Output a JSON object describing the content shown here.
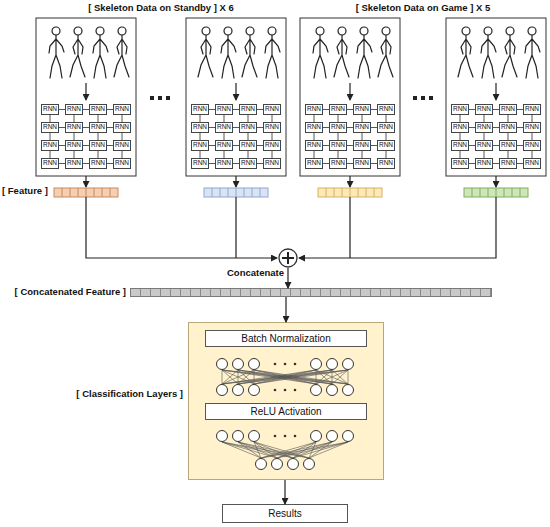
{
  "diagram": {
    "nodes": [
      {
        "text": [
          "RNN"
        ]
      },
      {
        "text": [
          "RNN"
        ]
      },
      {
        "text": [
          "RNN"
        ]
      },
      {
        "text": [
          "RNN"
        ]
      },
      {
        "text": [
          "RNN"
        ]
      },
      {
        "text": [
          "RNN"
        ]
      },
      {
        "text": [
          "RNN"
        ]
      },
      {
        "text": [
          "RNN"
        ]
      },
      {
        "text": [
          "RNN"
        ]
      },
      {
        "text": [
          "RNN"
        ]
      },
      {
        "text": [
          "RNN"
        ]
      },
      {
        "text": [
          "RNN"
        ]
      },
      {
        "text": [
          "RNN"
        ]
      },
      {
        "text": [
          "RNN"
        ]
      },
      {
        "text": [
          "RNN"
        ]
      },
      {
        "text": [
          "RNN"
        ]
      },
      {
        "text": [
          "RNN"
        ]
      },
      {
        "text": [
          "RNN"
        ]
      },
      {
        "text": [
          "RNN"
        ]
      },
      {
        "text": [
          "RNN"
        ]
      },
      {
        "text": [
          "RNN"
        ]
      },
      {
        "text": [
          "RNN"
        ]
      },
      {
        "text": [
          "RNN"
        ]
      },
      {
        "text": [
          "RNN"
        ]
      },
      {
        "text": [
          "RNN"
        ]
      },
      {
        "text": [
          "RNN"
        ]
      },
      {
        "text": [
          "RNN"
        ]
      },
      {
        "text": [
          "RNN"
        ]
      },
      {
        "text": [
          "RNN"
        ]
      },
      {
        "text": [
          "RNN"
        ]
      },
      {
        "text": [
          "RNN"
        ]
      },
      {
        "text": [
          "RNN"
        ]
      },
      {
        "text": [
          "RNN"
        ]
      },
      {
        "text": [
          "RNN"
        ]
      },
      {
        "text": [
          "RNN"
        ]
      },
      {
        "text": [
          "RNN"
        ]
      },
      {
        "text": [
          "RNN"
        ]
      },
      {
        "text": [
          "RNN"
        ]
      },
      {
        "text": [
          "RNN"
        ]
      },
      {
        "text": [
          "RNN"
        ]
      },
      {
        "text": [
          "RNN"
        ]
      },
      {
        "text": [
          "RNN"
        ]
      },
      {
        "text": [
          "RNN"
        ]
      },
      {
        "text": [
          "RNN"
        ]
      },
      {
        "text": [
          "RNN"
        ]
      },
      {
        "text": [
          "RNN"
        ]
      },
      {
        "text": [
          "RNN"
        ]
      },
      {
        "text": [
          "RNN"
        ]
      },
      {
        "text": [
          "RNN"
        ]
      },
      {
        "text": [
          "RNN"
        ]
      },
      {
        "text": [
          "RNN"
        ]
      },
      {
        "text": [
          "RNN"
        ]
      },
      {
        "text": [
          "RNN"
        ]
      },
      {
        "text": [
          "RNN"
        ]
      },
      {
        "text": [
          "RNN"
        ]
      },
      {
        "text": [
          "RNN"
        ]
      },
      {
        "text": [
          "RNN"
        ]
      },
      {
        "text": [
          "RNN"
        ]
      },
      {
        "text": [
          "RNN"
        ]
      },
      {
        "text": [
          "RNN"
        ]
      },
      {
        "text": [
          "RNN"
        ]
      },
      {
        "text": [
          "RNN"
        ]
      },
      {
        "text": [
          "RNN"
        ]
      },
      {
        "text": [
          "RNN"
        ]
      },
      {
        "text": [
          "Concatenate"
        ]
      },
      {
        "text": [
          "[ Concatenated Feature ]"
        ]
      },
      {
        "text": [
          "[ Classification Layers ]"
        ]
      },
      {
        "text": [
          "Batch Normalization"
        ],
        "in": 66
      },
      {
        "text": [
          "ReLU Activation"
        ],
        "in": 66
      },
      {
        "text": [
          "Results"
        ]
      }
    ],
    "edges": [
      {
        "from": 0,
        "to": 1,
        "arrow": "none"
      },
      {
        "from": 1,
        "to": 2,
        "arrow": "none"
      },
      {
        "from": 2,
        "to": 3,
        "arrow": "none"
      },
      {
        "from": 4,
        "to": 5,
        "arrow": "none"
      },
      {
        "from": 5,
        "to": 6,
        "arrow": "none"
      },
      {
        "from": 6,
        "to": 7,
        "arrow": "none"
      },
      {
        "from": 8,
        "to": 9,
        "arrow": "none"
      },
      {
        "from": 9,
        "to": 10,
        "arrow": "none"
      },
      {
        "from": 10,
        "to": 11,
        "arrow": "none"
      },
      {
        "from": 12,
        "to": 13,
        "arrow": "none"
      },
      {
        "from": 13,
        "to": 14,
        "arrow": "none"
      },
      {
        "from": 14,
        "to": 15,
        "arrow": "none"
      },
      {
        "from": 0,
        "to": 4,
        "arrow": "none"
      },
      {
        "from": 1,
        "to": 5,
        "arrow": "none"
      },
      {
        "from": 2,
        "to": 6,
        "arrow": "none"
      },
      {
        "from": 3,
        "to": 7,
        "arrow": "none"
      },
      {
        "from": 4,
        "to": 8,
        "arrow": "none"
      },
      {
        "from": 5,
        "to": 9,
        "arrow": "none"
      },
      {
        "from": 6,
        "to": 10,
        "arrow": "none"
      },
      {
        "from": 7,
        "to": 11,
        "arrow": "none"
      },
      {
        "from": 8,
        "to": 12,
        "arrow": "none"
      },
      {
        "from": 9,
        "to": 13,
        "arrow": "none"
      },
      {
        "from": 10,
        "to": 14,
        "arrow": "none"
      },
      {
        "from": 11,
        "to": 15,
        "arrow": "none"
      },
      {
        "from": 16,
        "to": 17,
        "arrow": "none"
      },
      {
        "from": 17,
        "to": 18,
        "arrow": "none"
      },
      {
        "from": 18,
        "to": 19,
        "arrow": "none"
      },
      {
        "from": 20,
        "to": 21,
        "arrow": "none"
      },
      {
        "from": 21,
        "to": 22,
        "arrow": "none"
      },
      {
        "from": 22,
        "to": 23,
        "arrow": "none"
      },
      {
        "from": 24,
        "to": 25,
        "arrow": "none"
      },
      {
        "from": 25,
        "to": 26,
        "arrow": "none"
      },
      {
        "from": 26,
        "to": 27,
        "arrow": "none"
      },
      {
        "from": 28,
        "to": 29,
        "arrow": "none"
      },
      {
        "from": 29,
        "to": 30,
        "arrow": "none"
      },
      {
        "from": 30,
        "to": 31,
        "arrow": "none"
      },
      {
        "from": 16,
        "to": 20,
        "arrow": "none"
      },
      {
        "from": 17,
        "to": 21,
        "arrow": "none"
      },
      {
        "from": 18,
        "to": 22,
        "arrow": "none"
      },
      {
        "from": 19,
        "to": 23,
        "arrow": "none"
      },
      {
        "from": 20,
        "to": 24,
        "arrow": "none"
      },
      {
        "from": 21,
        "to": 25,
        "arrow": "none"
      },
      {
        "from": 22,
        "to": 26,
        "arrow": "none"
      },
      {
        "from": 23,
        "to": 27,
        "arrow": "none"
      },
      {
        "from": 24,
        "to": 28,
        "arrow": "none"
      },
      {
        "from": 25,
        "to": 29,
        "arrow": "none"
      },
      {
        "from": 26,
        "to": 30,
        "arrow": "none"
      },
      {
        "from": 27,
        "to": 31,
        "arrow": "none"
      },
      {
        "from": 32,
        "to": 33,
        "arrow": "none"
      },
      {
        "from": 33,
        "to": 34,
        "arrow": "none"
      },
      {
        "from": 34,
        "to": 35,
        "arrow": "none"
      },
      {
        "from": 36,
        "to": 37,
        "arrow": "none"
      },
      {
        "from": 37,
        "to": 38,
        "arrow": "none"
      },
      {
        "from": 38,
        "to": 39,
        "arrow": "none"
      },
      {
        "from": 40,
        "to": 41,
        "arrow": "none"
      },
      {
        "from": 41,
        "to": 42,
        "arrow": "none"
      },
      {
        "from": 42,
        "to": 43,
        "arrow": "none"
      },
      {
        "from": 44,
        "to": 45,
        "arrow": "none"
      },
      {
        "from": 45,
        "to": 46,
        "arrow": "none"
      },
      {
        "from": 46,
        "to": 47,
        "arrow": "none"
      },
      {
        "from": 32,
        "to": 36,
        "arrow": "none"
      },
      {
        "from": 33,
        "to": 37,
        "arrow": "none"
      },
      {
        "from": 34,
        "to": 38,
        "arrow": "none"
      },
      {
        "from": 35,
        "to": 39,
        "arrow": "none"
      },
      {
        "from": 36,
        "to": 40,
        "arrow": "none"
      },
      {
        "from": 37,
        "to": 41,
        "arrow": "none"
      },
      {
        "from": 38,
        "to": 42,
        "arrow": "none"
      },
      {
        "from": 39,
        "to": 43,
        "arrow": "none"
      },
      {
        "from": 40,
        "to": 44,
        "arrow": "none"
      },
      {
        "from": 41,
        "to": 45,
        "arrow": "none"
      },
      {
        "from": 42,
        "to": 46,
        "arrow": "none"
      },
      {
        "from": 43,
        "to": 47,
        "arrow": "none"
      },
      {
        "from": 48,
        "to": 49,
        "arrow": "none"
      },
      {
        "from": 49,
        "to": 50,
        "arrow": "none"
      },
      {
        "from": 50,
        "to": 51,
        "arrow": "none"
      },
      {
        "from": 52,
        "to": 53,
        "arrow": "none"
      },
      {
        "from": 53,
        "to": 54,
        "arrow": "none"
      },
      {
        "from": 54,
        "to": 55,
        "arrow": "none"
      },
      {
        "from": 56,
        "to": 57,
        "arrow": "none"
      },
      {
        "from": 57,
        "to": 58,
        "arrow": "none"
      },
      {
        "from": 58,
        "to": 59,
        "arrow": "none"
      },
      {
        "from": 60,
        "to": 61,
        "arrow": "none"
      },
      {
        "from": 61,
        "to": 62,
        "arrow": "none"
      },
      {
        "from": 62,
        "to": 63,
        "arrow": "none"
      },
      {
        "from": 48,
        "to": 52,
        "arrow": "none"
      },
      {
        "from": 49,
        "to": 53,
        "arrow": "none"
      },
      {
        "from": 50,
        "to": 54,
        "arrow": "none"
      },
      {
        "from": 51,
        "to": 55,
        "arrow": "none"
      },
      {
        "from": 52,
        "to": 56,
        "arrow": "none"
      },
      {
        "from": 53,
        "to": 57,
        "arrow": "none"
      },
      {
        "from": 54,
        "to": 58,
        "arrow": "none"
      },
      {
        "from": 55,
        "to": 59,
        "arrow": "none"
      },
      {
        "from": 56,
        "to": 60,
        "arrow": "none"
      },
      {
        "from": 57,
        "to": 61,
        "arrow": "none"
      },
      {
        "from": 58,
        "to": 62,
        "arrow": "none"
      },
      {
        "from": 59,
        "to": 63,
        "arrow": "none"
      },
      {
        "from": 64,
        "to": 65,
        "arrow": "to"
      },
      {
        "from": 65,
        "to": 66,
        "arrow": "to"
      },
      {
        "from": 66,
        "to": 69,
        "arrow": "to"
      }
    ],
    "labels": [
      "[ Skeleton Data on Standby ] X 6",
      "[ Skeleton Data on Game ] X 5",
      "[ Feature ]"
    ]
  }
}
